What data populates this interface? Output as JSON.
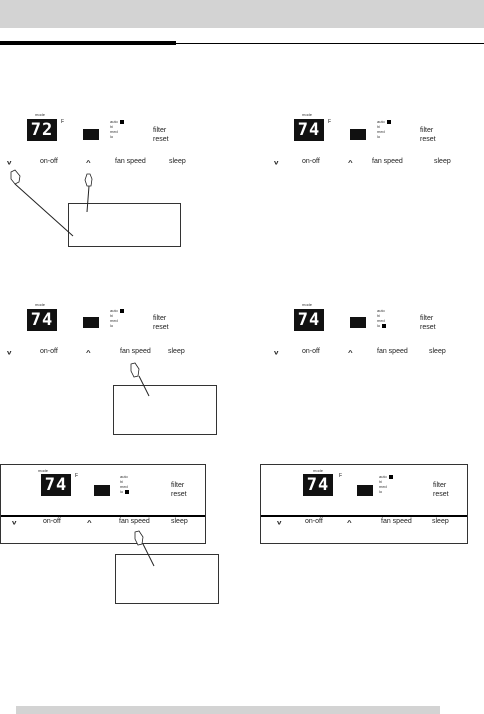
{
  "panels": [
    {
      "display": "72",
      "mode_label": "mode",
      "deg": "F",
      "levels": [
        "auto",
        "hi",
        "med",
        "lo"
      ],
      "active_level": 0,
      "filter": [
        "filter",
        "reset"
      ],
      "buttons": {
        "down": "v",
        "onoff": "on-off",
        "up": "^",
        "fan": "fan speed",
        "sleep": "sleep"
      }
    },
    {
      "display": "74",
      "mode_label": "mode",
      "deg": "F",
      "levels": [
        "auto",
        "hi",
        "med",
        "lo"
      ],
      "active_level": 0,
      "filter": [
        "filter",
        "reset"
      ],
      "buttons": {
        "down": "v",
        "onoff": "on-off",
        "up": "^",
        "fan": "fan speed",
        "sleep": "sleep"
      }
    },
    {
      "display": "74",
      "mode_label": "mode",
      "deg": "",
      "levels": [
        "auto",
        "hi",
        "med",
        "lo"
      ],
      "active_level": 0,
      "filter": [
        "filter",
        "reset"
      ],
      "buttons": {
        "down": "v",
        "onoff": "on-off",
        "up": "^",
        "fan": "fan speed",
        "sleep": "sleep"
      }
    },
    {
      "display": "74",
      "mode_label": "mode",
      "deg": "",
      "levels": [
        "auto",
        "hi",
        "med",
        "lo"
      ],
      "active_level": 3,
      "filter": [
        "filter",
        "reset"
      ],
      "buttons": {
        "down": "v",
        "onoff": "on-off",
        "up": "^",
        "fan": "fan speed",
        "sleep": "sleep"
      }
    },
    {
      "display": "74",
      "mode_label": "mode",
      "deg": "F",
      "levels": [
        "auto",
        "hi",
        "med",
        "lo"
      ],
      "active_level": 3,
      "filter": [
        "filter",
        "reset"
      ],
      "buttons": {
        "down": "v",
        "onoff": "on-off",
        "up": "^",
        "fan": "fan speed",
        "sleep": "sleep"
      }
    },
    {
      "display": "74",
      "mode_label": "mode",
      "deg": "F",
      "levels": [
        "auto",
        "hi",
        "med",
        "lo"
      ],
      "active_level": 0,
      "filter": [
        "filter",
        "reset"
      ],
      "buttons": {
        "down": "v",
        "onoff": "on-off",
        "up": "^",
        "fan": "fan speed",
        "sleep": "sleep"
      }
    }
  ]
}
